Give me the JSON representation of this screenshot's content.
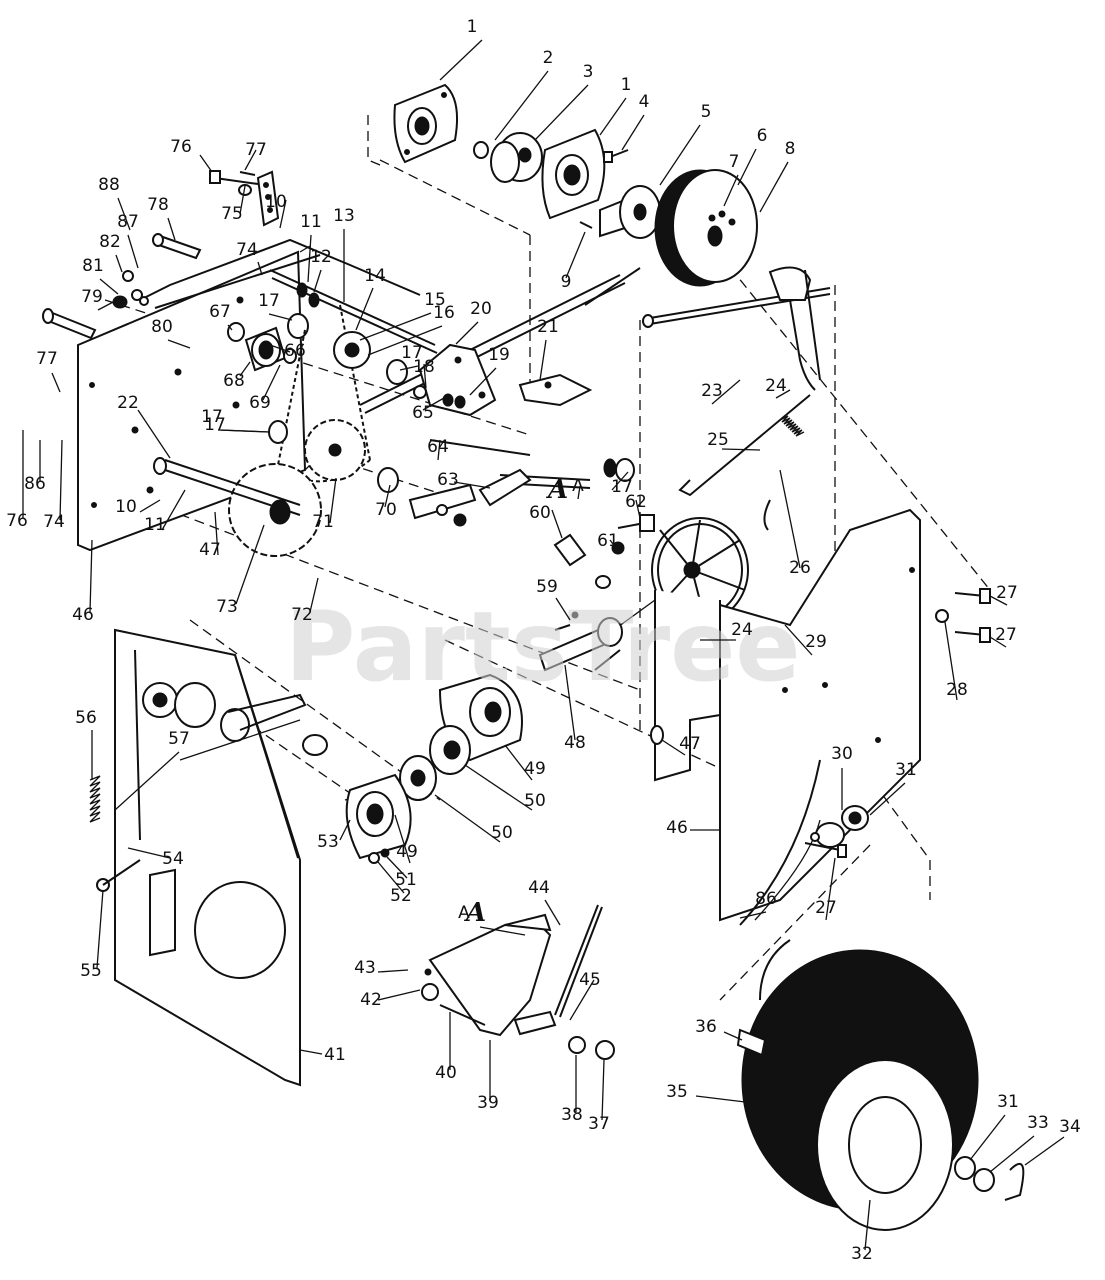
{
  "diagram": {
    "watermark": "PartsTree",
    "callouts": [
      "A",
      "A"
    ],
    "part_numbers": [
      "1",
      "2",
      "3",
      "1",
      "4",
      "5",
      "6",
      "7",
      "8",
      "9",
      "76",
      "77",
      "88",
      "78",
      "10",
      "75",
      "74",
      "11",
      "13",
      "12",
      "82",
      "87",
      "14",
      "15",
      "16",
      "20",
      "81",
      "79",
      "17",
      "67",
      "80",
      "66",
      "68",
      "69",
      "17",
      "18",
      "19",
      "65",
      "17",
      "21",
      "77",
      "22",
      "17",
      "64",
      "63",
      "70",
      "71",
      "17",
      "A",
      "62",
      "60",
      "61",
      "24",
      "23",
      "25",
      "26",
      "10",
      "11",
      "47",
      "73",
      "72",
      "74",
      "86",
      "76",
      "46",
      "59",
      "24",
      "29",
      "27",
      "28",
      "27",
      "48",
      "47",
      "49",
      "50",
      "50",
      "49",
      "53",
      "51",
      "52",
      "30",
      "31",
      "46",
      "86",
      "27",
      "56",
      "57",
      "54",
      "55",
      "44",
      "A",
      "45",
      "43",
      "42",
      "40",
      "39",
      "38",
      "37",
      "41",
      "36",
      "35",
      "31",
      "33",
      "34",
      "32"
    ]
  }
}
